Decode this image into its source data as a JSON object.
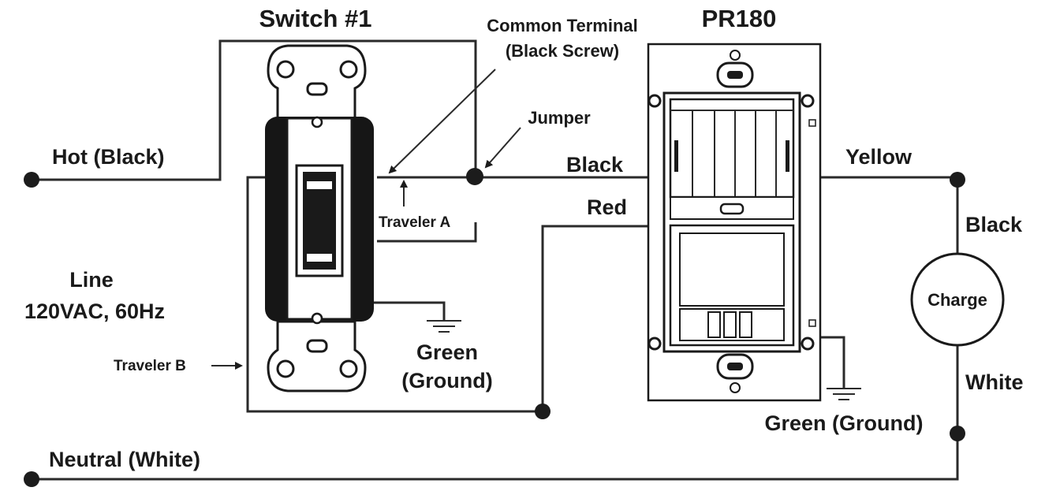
{
  "labels": {
    "switch_title": "Switch #1",
    "sensor_title": "PR180",
    "common_terminal_line1": "Common Terminal",
    "common_terminal_line2": "(Black Screw)",
    "jumper": "Jumper",
    "hot": "Hot (Black)",
    "black_wire": "Black",
    "red_wire": "Red",
    "yellow_wire": "Yellow",
    "load_black": "Black",
    "load_white": "White",
    "charge": "Charge",
    "traveler_a": "Traveler A",
    "traveler_b": "Traveler B",
    "line_line1": "Line",
    "line_line2": "120VAC, 60Hz",
    "switch_ground_line1": "Green",
    "switch_ground_line2": "(Ground)",
    "sensor_ground": "Green (Ground)",
    "neutral": "Neutral (White)"
  }
}
